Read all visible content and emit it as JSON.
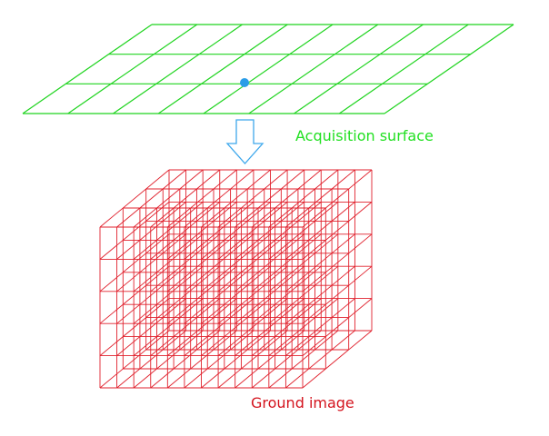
{
  "labels": {
    "acquisition_surface": "Acquisition surface",
    "ground_image": "Ground image"
  },
  "colors": {
    "acquisition": "#1fd41f",
    "acquisition_text": "#22e022",
    "ground": "#e0202c",
    "ground_text": "#d4141e",
    "point": "#2a9de8",
    "arrow": "#3fa8ec",
    "background": "#ffffff"
  },
  "acquisition_grid": {
    "columns": 8,
    "rows": 3
  },
  "ground_volume": {
    "columns": 12,
    "rows": 5,
    "depth_layers": 3
  },
  "icons": {
    "arrow": "down-arrow-icon",
    "point": "center-point-marker"
  }
}
